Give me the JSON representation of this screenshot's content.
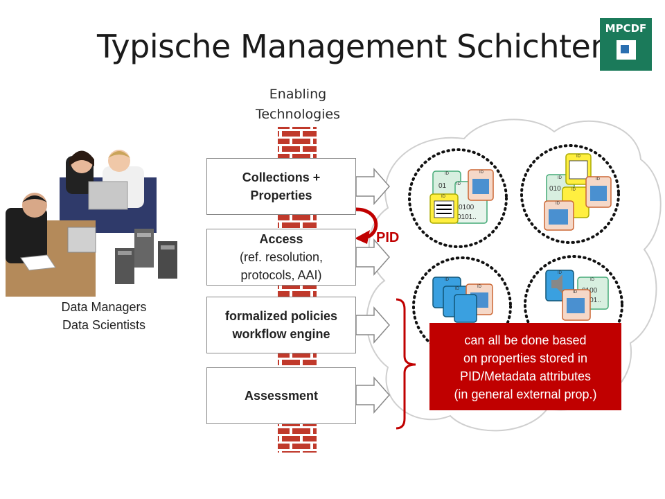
{
  "title": "Typische Management Schichten",
  "logo": {
    "text": "MPCDF"
  },
  "enabling_technologies": [
    "Enabling",
    "Technologies"
  ],
  "layers": [
    {
      "line1": "Collections +",
      "line2": "Properties",
      "bold_all": true
    },
    {
      "line1": "Access",
      "line2": "(ref. resolution,",
      "line3": "protocols, AAI)"
    },
    {
      "line1": "formalized policies",
      "line2": "workflow engine",
      "bold_all": true
    },
    {
      "line1": "Assessment",
      "bold_all": true
    }
  ],
  "people_label": [
    "Data Managers",
    "Data Scientists"
  ],
  "pid_label": "PID",
  "id_tag": "ID",
  "bits": {
    "a": "0100",
    "b": "0101..",
    "c": "01",
    "d": "010"
  },
  "callout": [
    "can all be done based",
    "on properties stored in",
    "PID/Metadata attributes",
    "(in general external prop.)"
  ],
  "colors": {
    "brick": "#c0392b",
    "accent_red": "#c00000",
    "logo_green": "#1b7a5a"
  }
}
